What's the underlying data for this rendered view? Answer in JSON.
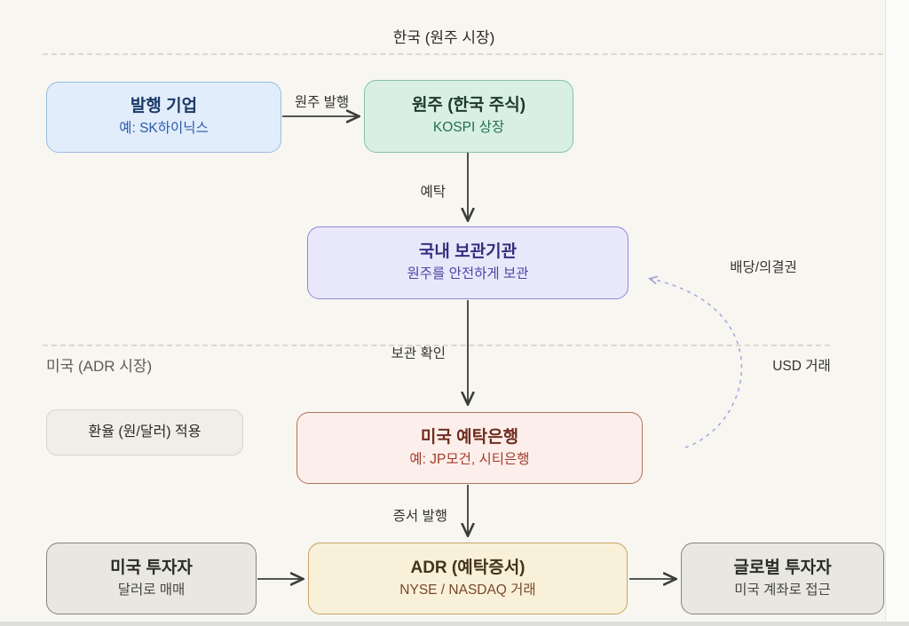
{
  "regions": {
    "korea": "한국 (원주 시장)",
    "us": "미국 (ADR 시장)"
  },
  "nodes": {
    "issuer": {
      "title": "발행 기업",
      "subtitle": "예: SK하이닉스"
    },
    "stock": {
      "title": "원주 (한국 주식)",
      "subtitle": "KOSPI 상장"
    },
    "custodian": {
      "title": "국내 보관기관",
      "subtitle": "원주를 안전하게 보관"
    },
    "bank": {
      "title": "미국 예탁은행",
      "subtitle": "예: JP모건, 시티은행"
    },
    "adr": {
      "title": "ADR (예탁증서)",
      "subtitle": "NYSE / NASDAQ 거래"
    },
    "us_investor": {
      "title": "미국 투자자",
      "subtitle": "달러로 매매"
    },
    "global_investor": {
      "title": "글로벌 투자자",
      "subtitle": "미국 계좌로 접근"
    },
    "fx_note": {
      "title": "환율 (원/달러) 적용"
    }
  },
  "edges": {
    "issue_original": "원주 발행",
    "deposit": "예탁",
    "custody_confirm": "보관 확인",
    "certificate_issue": "증서 발행",
    "dividend_voting": "배당/의결권",
    "usd_trading": "USD 거래"
  },
  "colors": {
    "background": "#f7f6f1",
    "issuer_fill": "#e1edfb",
    "stock_fill": "#d9efe4",
    "custodian_fill": "#e9e8fb",
    "bank_fill": "#fcefeb",
    "adr_fill": "#f9f0d9",
    "investor_fill": "#e8e7e1",
    "arrow": "#3c3c38",
    "dashed_curve": "#a8a3d9",
    "separator": "#dcd8cc"
  }
}
